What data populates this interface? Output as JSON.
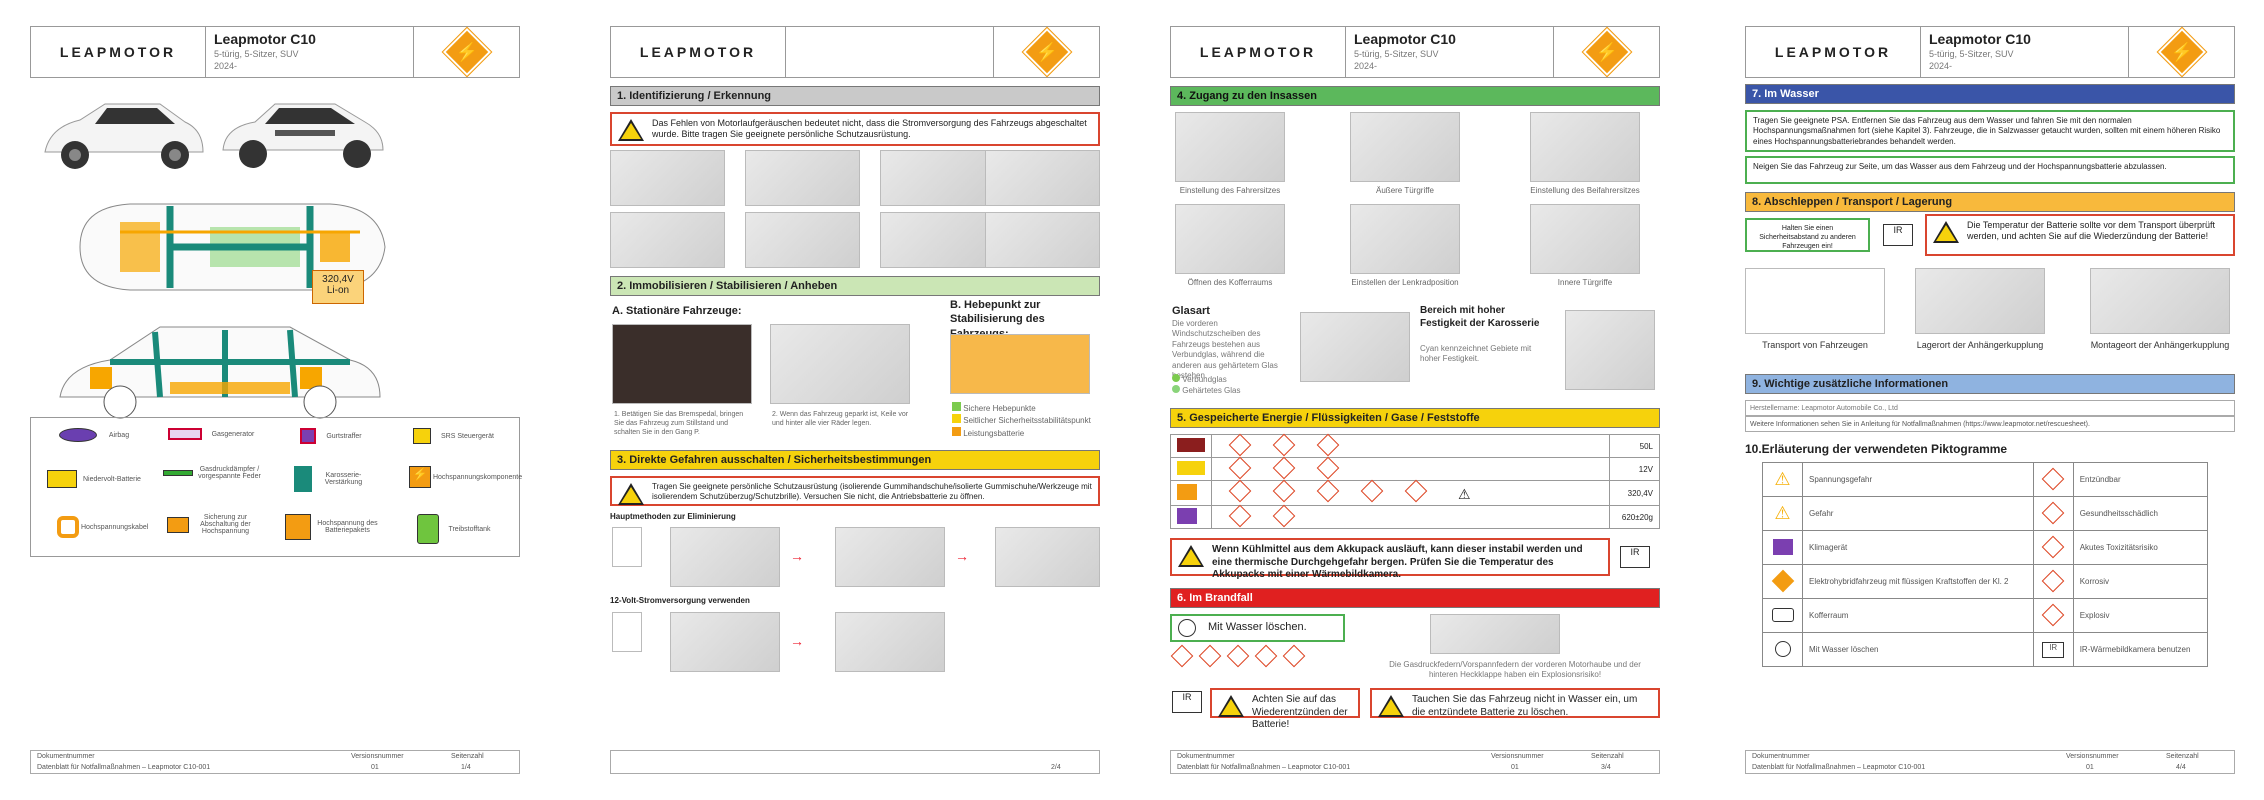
{
  "brand": "LEAPMOTOR",
  "model": {
    "name": "Leapmotor C10",
    "sub1": "5-türig, 5-Sitzer, SUV",
    "sub2": "2024-"
  },
  "page1": {
    "battery_label1": "320,4V",
    "battery_label2": "Li-on",
    "legend": [
      {
        "label": "Airbag"
      },
      {
        "label": "Gasgenerator"
      },
      {
        "label": "Gurtstraffer"
      },
      {
        "label": "SRS Steuergerät"
      },
      {
        "label": "Niedervolt-Batterie"
      },
      {
        "label": "Gasdruckdämpfer / vorgespannte Feder"
      },
      {
        "label": "Karosserie-Verstärkung"
      },
      {
        "label": "Hochspannungskomponente"
      },
      {
        "label": "Hochspannungskabel"
      },
      {
        "label": "Sicherung zur Abschaltung der Hochspannung"
      },
      {
        "label": "Hochspannung des Batteriepakets"
      },
      {
        "label": "Treibstofftank"
      }
    ],
    "footer": {
      "doc": "Dokumentnummer",
      "doc_val": "Datenblatt für Notfallmaßnahmen – Leapmotor C10-001",
      "ver": "Versionsnummer",
      "ver_val": "01",
      "page": "Seitenzahl",
      "page_val": "1/4"
    }
  },
  "page2": {
    "s1": "1. Identifizierung / Erkennung",
    "s1_warn": "Das Fehlen von Motorlaufgeräuschen bedeutet nicht, dass die Stromversorgung des Fahrzeugs abgeschaltet wurde. Bitte tragen Sie geeignete persönliche Schutzausrüstung.",
    "s2": "2. Immobilisieren / Stabilisieren / Anheben",
    "s2a": "A. Stationäre Fahrzeuge:",
    "s2b": "B. Hebepunkt zur Stabilisierung des Fahrzeugs:",
    "s2_cap1": "1. Betätigen Sie das Bremspedal, bringen Sie das Fahrzeug zum Stillstand und schalten Sie in den Gang P.",
    "s2_cap2": "2. Wenn das Fahrzeug geparkt ist, Keile vor und hinter alle vier Räder legen.",
    "legend": [
      "Sichere Hebepunkte",
      "Seitlicher Sicherheitsstabilitätspunkt",
      "Leistungsbatterie"
    ],
    "s3": "3. Direkte Gefahren ausschalten / Sicherheitsbestimmungen",
    "s3_warn": "Tragen Sie geeignete persönliche Schutzausrüstung (isolierende Gummihandschuhe/isolierte Gummischuhe/Werkzeuge mit isolierendem Schutzüberzug/Schutzbrille). Versuchen Sie nicht, die Antriebsbatterie zu öffnen.",
    "s3a": "Hauptmethoden zur Eliminierung",
    "s3b": "12-Volt-Stromversorgung verwenden",
    "footer_page": "2/4"
  },
  "page3": {
    "s4": "4. Zugang zu den Insassen",
    "caps": [
      "Einstellung des Fahrersitzes",
      "Äußere Türgriffe",
      "Einstellung des Beifahrersitzes",
      "Öffnen des Kofferraums",
      "Einstellen der Lenkradposition",
      "Innere Türgriffe"
    ],
    "glas_title": "Glasart",
    "glas_text": "Die vorderen Windschutzscheiben des Fahrzeugs bestehen aus Verbundglas, während die anderen aus gehärtetem Glas bestehen.",
    "glas_l1": "Verbundglas",
    "glas_l2": "Gehärtetes Glas",
    "hf_title": "Bereich mit hoher Festigkeit der Karosserie",
    "hf_text": "Cyan kennzeichnet Gebiete mit hoher Festigkeit.",
    "s5": "5. Gespeicherte Energie / Flüssigkeiten / Gase / Feststoffe",
    "energy": [
      "50L",
      "12V",
      "320,4V",
      "620±20g"
    ],
    "s5_warn": "Wenn Kühlmittel aus dem Akkupack ausläuft, kann dieser instabil werden und eine thermische Durchgehgefahr bergen. Prüfen Sie die Temperatur des Akkupacks mit einer Wärmebildkamera.",
    "s6": "6. Im Brandfall",
    "s6_water": "Mit Wasser löschen.",
    "s6_note": "Die Gasdruckfedern/Vorspannfedern der vorderen Motorhaube und der hinteren Heckklappe haben ein Explosionsrisiko!",
    "s6_warn1": "Achten Sie auf das Wiederentzünden der Batterie!",
    "s6_warn2": "Tauchen Sie das Fahrzeug nicht in Wasser ein, um die entzündete Batterie zu löschen.",
    "footer_page": "3/4"
  },
  "page4": {
    "s7": "7. Im Wasser",
    "s7_t1": "Tragen Sie geeignete PSA. Entfernen Sie das Fahrzeug aus dem Wasser und fahren Sie mit den normalen Hochspannungsmaßnahmen fort (siehe Kapitel 3). Fahrzeuge, die in Salzwasser getaucht wurden, sollten mit einem höheren Risiko eines Hochspannungsbatteriebrandes behandelt werden.",
    "s7_t2": "Neigen Sie das Fahrzeug zur Seite, um das Wasser aus dem Fahrzeug und der Hochspannungsbatterie abzulassen.",
    "s8": "8. Abschleppen / Transport / Lagerung",
    "s8_box": "Halten Sie einen Sicherheitsabstand zu anderen Fahrzeugen ein!",
    "s8_warn": "Die Temperatur der Batterie sollte vor dem Transport überprüft werden, und achten Sie auf die Wiederzündung der Batterie!",
    "s8_caps": [
      "Transport von Fahrzeugen",
      "Lagerort der Anhängerkupplung",
      "Montageort der Anhängerkupplung"
    ],
    "s9": "9. Wichtige zusätzliche Informationen",
    "s9_r1": "Herstellername: Leapmotor Automobile Co., Ltd",
    "s9_r2": "Weitere Informationen sehen Sie in Anleitung für Notfallmaßnahmen (https://www.leapmotor.net/rescuesheet).",
    "s10": "10.Erläuterung der verwendeten Piktogramme",
    "pik": [
      [
        "Spannungsgefahr",
        "Entzündbar"
      ],
      [
        "Gefahr",
        "Gesundheitsschädlich"
      ],
      [
        "Klimagerät",
        "Akutes Toxizitätsrisiko"
      ],
      [
        "Elektrohybridfahrzeug mit flüssigen Kraftstoffen der Kl. 2",
        "Korrosiv"
      ],
      [
        "Kofferraum",
        "Explosiv"
      ],
      [
        "Mit Wasser löschen",
        "IR-Wärmebildkamera benutzen"
      ]
    ],
    "footer_page": "4/4"
  }
}
